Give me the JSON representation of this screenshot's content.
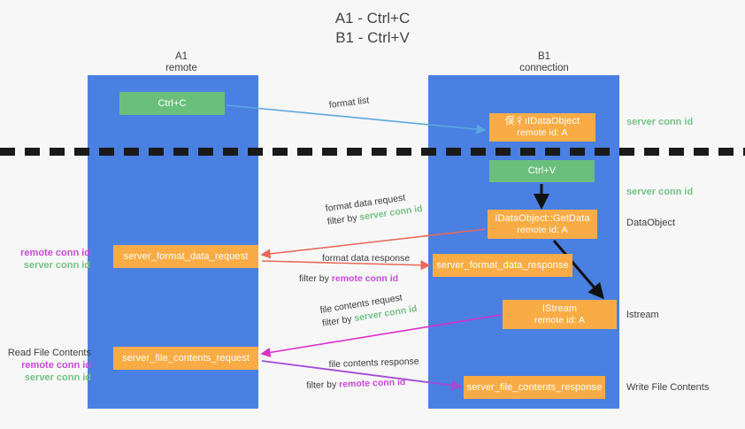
{
  "title": "A1 - Ctrl+C\nB1 - Ctrl+V",
  "lanes": [
    {
      "name": "A1",
      "sub": "remote"
    },
    {
      "name": "B1",
      "sub": "connection"
    }
  ],
  "nodes": {
    "ctrl_c": {
      "label": "Ctrl+C",
      "color": "#6bbf7c"
    },
    "ctrl_v": {
      "label": "Ctrl+V",
      "color": "#6bbf7c"
    },
    "idataobject": {
      "line1": "俣彳ıIDataObject",
      "line2": "remote id: A",
      "color": "#f9ac45"
    },
    "getdata": {
      "line1": "IDataObject::GetData",
      "line2": "remote id: A",
      "color": "#f9ac45"
    },
    "istream": {
      "line1": "IStream",
      "line2": "remote id: A",
      "color": "#f9ac45"
    },
    "server_format_data_request": {
      "label": "server_format_data_request",
      "color": "#f9ac45"
    },
    "server_format_data_response": {
      "label": "server_format_data_response",
      "color": "#f9ac45"
    },
    "server_file_contents_request": {
      "label": "server_file_contents_request",
      "color": "#f9ac45"
    },
    "server_file_contents_response": {
      "label": "server_file_contents_response",
      "color": "#f9ac45"
    }
  },
  "edge_labels": {
    "format_list": "format list",
    "format_data_request": "format data request",
    "format_data_request_filter_prefix": "filter by ",
    "format_data_request_filter_value": "server conn id",
    "format_data_response": "format data response",
    "format_data_response_filter_prefix": "filter by ",
    "format_data_response_filter_value": "remote conn id",
    "file_contents_request": "file contents request",
    "file_contents_request_filter_prefix": "filter by ",
    "file_contents_request_filter_value": "server conn id",
    "file_contents_response": "file contents response",
    "file_contents_response_filter_prefix": "filter by ",
    "file_contents_response_filter_value": "remote conn id"
  },
  "annotations": {
    "server_conn_id_top": "server conn id",
    "server_conn_id_mid": "server conn id",
    "dataobject": "DataObject",
    "istream": "Istream",
    "write_file_contents": "Write File Contents",
    "left_remote_conn_id_1": "remote conn id",
    "left_server_conn_id_1": "server conn id",
    "read_file_contents": "Read File Contents",
    "left_remote_conn_id_2": "remote conn id",
    "left_server_conn_id_2": "server conn id"
  },
  "colors": {
    "lane": "#4a80e2",
    "green_text": "#74c285",
    "purple_text": "#c44bd6",
    "orange_node": "#f9ac45",
    "green_node": "#6bbf7c",
    "arrow_blue": "#5aa7e0",
    "arrow_red": "#e8685a",
    "arrow_magenta": "#d930c8",
    "arrow_purple": "#a24bd6",
    "arrow_black": "#111111",
    "background": "#f7f7f7"
  }
}
